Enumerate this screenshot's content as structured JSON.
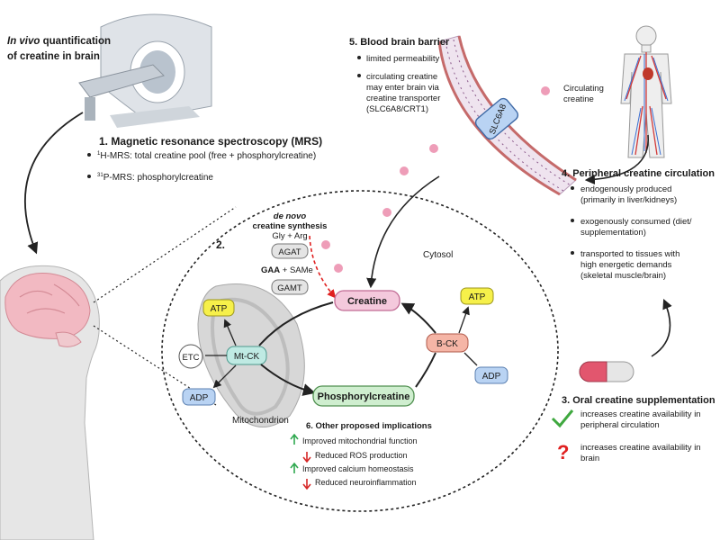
{
  "intro": {
    "italic": "In vivo",
    "rest": " quantification",
    "line2": "of creatine in brain"
  },
  "mrs": {
    "title": "1.  Magnetic resonance spectroscopy (MRS)",
    "b1_sup": "1",
    "b1": "H-MRS: total creatine pool (free + phosphorylcreatine)",
    "b2_sup": "31",
    "b2": "P-MRS: phosphorylcreatine"
  },
  "bbb": {
    "title": "5. Blood brain barrier",
    "b1": "limited permeability",
    "b2_l1": "circulating creatine",
    "b2_l2": "may enter brain via",
    "b2_l3": "creatine transporter",
    "b2_l4": "(SLC6A8/CRT1)",
    "transporter": "SLC6A8"
  },
  "circulating": {
    "l1": "Circulating",
    "l2": "creatine"
  },
  "peripheral": {
    "title": "4. Peripheral creatine circulation",
    "b1_l1": "endogenously produced",
    "b1_l2": "(primarily in liver/kidneys)",
    "b2_l1": "exogenously consumed (diet/",
    "b2_l2": "supplementation)",
    "b3_l1": "transported to tissues with",
    "b3_l2": "high energetic demands",
    "b3_l3": "(skeletal muscle/brain)"
  },
  "oral": {
    "title": "3. Oral creatine supplementation",
    "r1_l1": "increases creatine availability in",
    "r1_l2": "peripheral circulation",
    "r2_l1": "increases creatine availability in",
    "r2_l2": "brain"
  },
  "cell": {
    "num": "2.",
    "denovo_l1": "de novo",
    "denovo_l2": "creatine synthesis",
    "gly": "Gly + Arg",
    "agat": "AGAT",
    "gaa": "GAA",
    "same": " + SAMe",
    "gamt": "GAMT",
    "cytosol": "Cytosol",
    "creatine": "Creatine",
    "pcr": "Phosphorylcreatine",
    "atp_left": "ATP",
    "atp_right": "ATP",
    "etc": "ETC",
    "mtck": "Mt-CK",
    "adp_left": "ADP",
    "adp_right": "ADP",
    "bck": "B-CK",
    "mito": "Mitochondrion"
  },
  "other": {
    "title": "6. Other proposed implications",
    "i1": "Improved mitochondrial function",
    "i2": "Reduced ROS production",
    "i3": "Improved calcium homeostasis",
    "i4": "Reduced neuroinflammation"
  },
  "colors": {
    "creatine_fill": "#f4c9dc",
    "creatine_stroke": "#c06a93",
    "pcr_fill": "#cfeecf",
    "pcr_stroke": "#4f8f4f",
    "atp_fill": "#f6f04a",
    "adp_fill": "#b9d3f3",
    "ck_fill": "#bfeae3",
    "bck_fill": "#f5b5a6",
    "dot": "#ee9db8",
    "dashed": "#e02020",
    "up": "#2fa84f",
    "down": "#d62828",
    "check": "#3fa83f",
    "question": "#e02020"
  }
}
